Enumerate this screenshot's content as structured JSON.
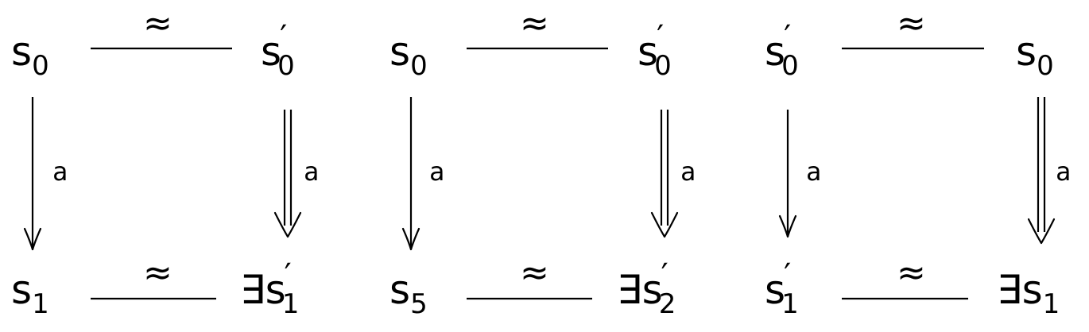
{
  "diagrams": [
    {
      "top_left": {
        "base": "s",
        "sub": "0",
        "prime": ""
      },
      "top_right": {
        "base": "s",
        "sub": "0",
        "prime": "′"
      },
      "bottom_left": {
        "base": "s",
        "sub": "1",
        "prime": ""
      },
      "bottom_right": {
        "exists": "∃",
        "base": "s",
        "sub": "1",
        "prime": "′"
      },
      "top_relation": "≈",
      "bottom_relation": "≈",
      "left_label": "a",
      "right_label": "a"
    },
    {
      "top_left": {
        "base": "s",
        "sub": "0",
        "prime": ""
      },
      "top_right": {
        "base": "s",
        "sub": "0",
        "prime": "′"
      },
      "bottom_left": {
        "base": "s",
        "sub": "5",
        "prime": ""
      },
      "bottom_right": {
        "exists": "∃",
        "base": "s",
        "sub": "2",
        "prime": "′"
      },
      "top_relation": "≈",
      "bottom_relation": "≈",
      "left_label": "a",
      "right_label": "a"
    },
    {
      "top_left": {
        "base": "s",
        "sub": "0",
        "prime": "′"
      },
      "top_right": {
        "base": "s",
        "sub": "0",
        "prime": ""
      },
      "bottom_left": {
        "base": "s",
        "sub": "1",
        "prime": "′"
      },
      "bottom_right": {
        "exists": "∃",
        "base": "s",
        "sub": "1",
        "prime": ""
      },
      "top_relation": "≈",
      "bottom_relation": "≈",
      "left_label": "a",
      "right_label": "a"
    }
  ]
}
